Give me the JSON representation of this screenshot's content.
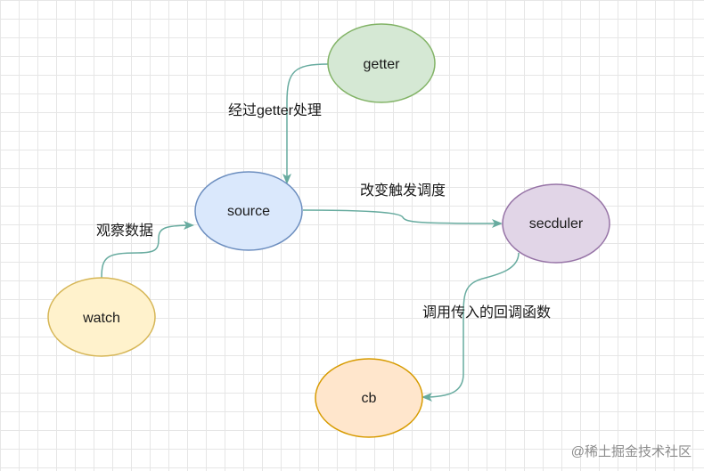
{
  "nodes": {
    "getter": {
      "label": "getter",
      "fill": "#d5e8d4",
      "stroke": "#82b366"
    },
    "source": {
      "label": "source",
      "fill": "#dae8fc",
      "stroke": "#6c8ebf"
    },
    "scheduler": {
      "label": "secduler",
      "fill": "#e1d5e7",
      "stroke": "#9673a6"
    },
    "watch": {
      "label": "watch",
      "fill": "#fff2cc",
      "stroke": "#d6b656"
    },
    "cb": {
      "label": "cb",
      "fill": "#ffe6cc",
      "stroke": "#d79b00"
    }
  },
  "edges": {
    "getter_to_source": {
      "label": "经过getter处理"
    },
    "source_to_scheduler": {
      "label": "改变触发调度"
    },
    "watch_to_source": {
      "label": "观察数据"
    },
    "scheduler_to_cb": {
      "label": "调用传入的回调函数"
    }
  },
  "edge_color": "#67ab9f",
  "watermark": "@稀土掘金技术社区"
}
